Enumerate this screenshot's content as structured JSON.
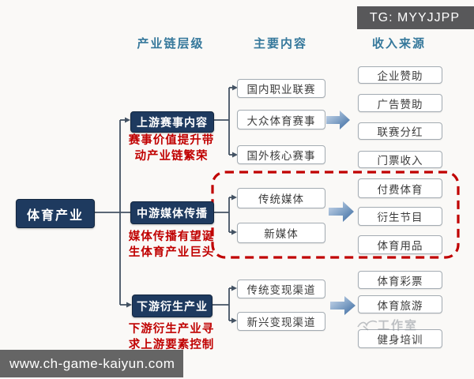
{
  "badge": {
    "label": "TG: MYYJJPP"
  },
  "footer": {
    "url_text": "www.ch-game-kaiyun.com"
  },
  "watermark": {
    "text": "工作室"
  },
  "diagram": {
    "column_headers": {
      "chain_level": "产业链层级",
      "main_content": "主要内容",
      "income_source": "收入来源"
    },
    "root": {
      "label": "体育产业"
    },
    "branches": [
      {
        "label": "上游赛事内容",
        "note_lines": [
          "赛事价值提升带",
          "动产业链繁荣"
        ],
        "content_items": [
          "国内职业联赛",
          "大众体育赛事",
          "国外核心赛事"
        ],
        "income_items": [
          "企业赞助",
          "广告赞助",
          "联赛分红",
          "门票收入"
        ],
        "highlighted": false
      },
      {
        "label": "中游媒体传播",
        "note_lines": [
          "媒体传播有望诞",
          "生体育产业巨头"
        ],
        "content_items": [
          "传统媒体",
          "新媒体"
        ],
        "income_items": [
          "付费体育",
          "衍生节目",
          "体育用品"
        ],
        "highlighted": true
      },
      {
        "label": "下游衍生产业",
        "note_lines": [
          "下游衍生产业寻",
          "求上游要素控制"
        ],
        "content_items": [
          "传统变现渠道",
          "新兴变现渠道"
        ],
        "income_items": [
          "体育彩票",
          "体育旅游",
          "健身培训"
        ],
        "highlighted": false
      }
    ],
    "colors": {
      "node_navy": "#1e3a5f",
      "note_red": "#c00000",
      "highlight_border_red": "#c00000",
      "header_teal": "#35789b",
      "connector_slate": "#43526355",
      "arrow_blue_light": "#c9d9ec",
      "arrow_blue_dark": "#38679e"
    }
  }
}
